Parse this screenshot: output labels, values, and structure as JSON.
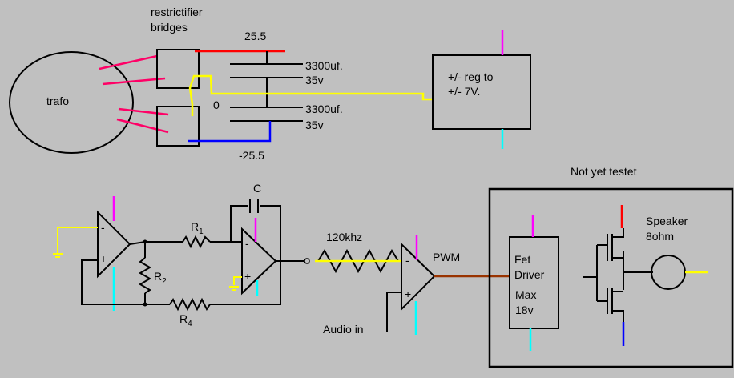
{
  "labels": {
    "rectifier": [
      "restrictifier",
      "bridges"
    ],
    "trafo": "trafo",
    "v_pos": "25.5",
    "v_neg": "-25.5",
    "zero": "0",
    "cap_top_value": "3300uf.",
    "cap_top_voltage": "35v",
    "cap_bot_value": "3300uf.",
    "cap_bot_voltage": "35v",
    "regulator": [
      "+/- reg to",
      "+/- 7V."
    ],
    "not_tested": "Not yet testet",
    "cap_c": "C",
    "r1": "R",
    "r1_sub": "1",
    "r2": "R",
    "r2_sub": "2",
    "r4": "R",
    "r4_sub": "4",
    "freq": "120khz",
    "pwm": "PWM",
    "audio_in": "Audio in",
    "fet_driver": [
      "Fet",
      "Driver"
    ],
    "fet_max": [
      "Max",
      "18v"
    ],
    "speaker": [
      "Speaker",
      "8ohm"
    ],
    "minus": "-",
    "plus": "+"
  },
  "colors": {
    "background": "#c0c0c0",
    "wire": "#000000",
    "positive_rail": "#ff0000",
    "negative_rail": "#0000ff",
    "ground": "#ffff00",
    "positive_supply": "#ff00ff",
    "negative_supply": "#00ffff",
    "pwm_output": "#993300",
    "ac_lines": "#ff0066"
  }
}
